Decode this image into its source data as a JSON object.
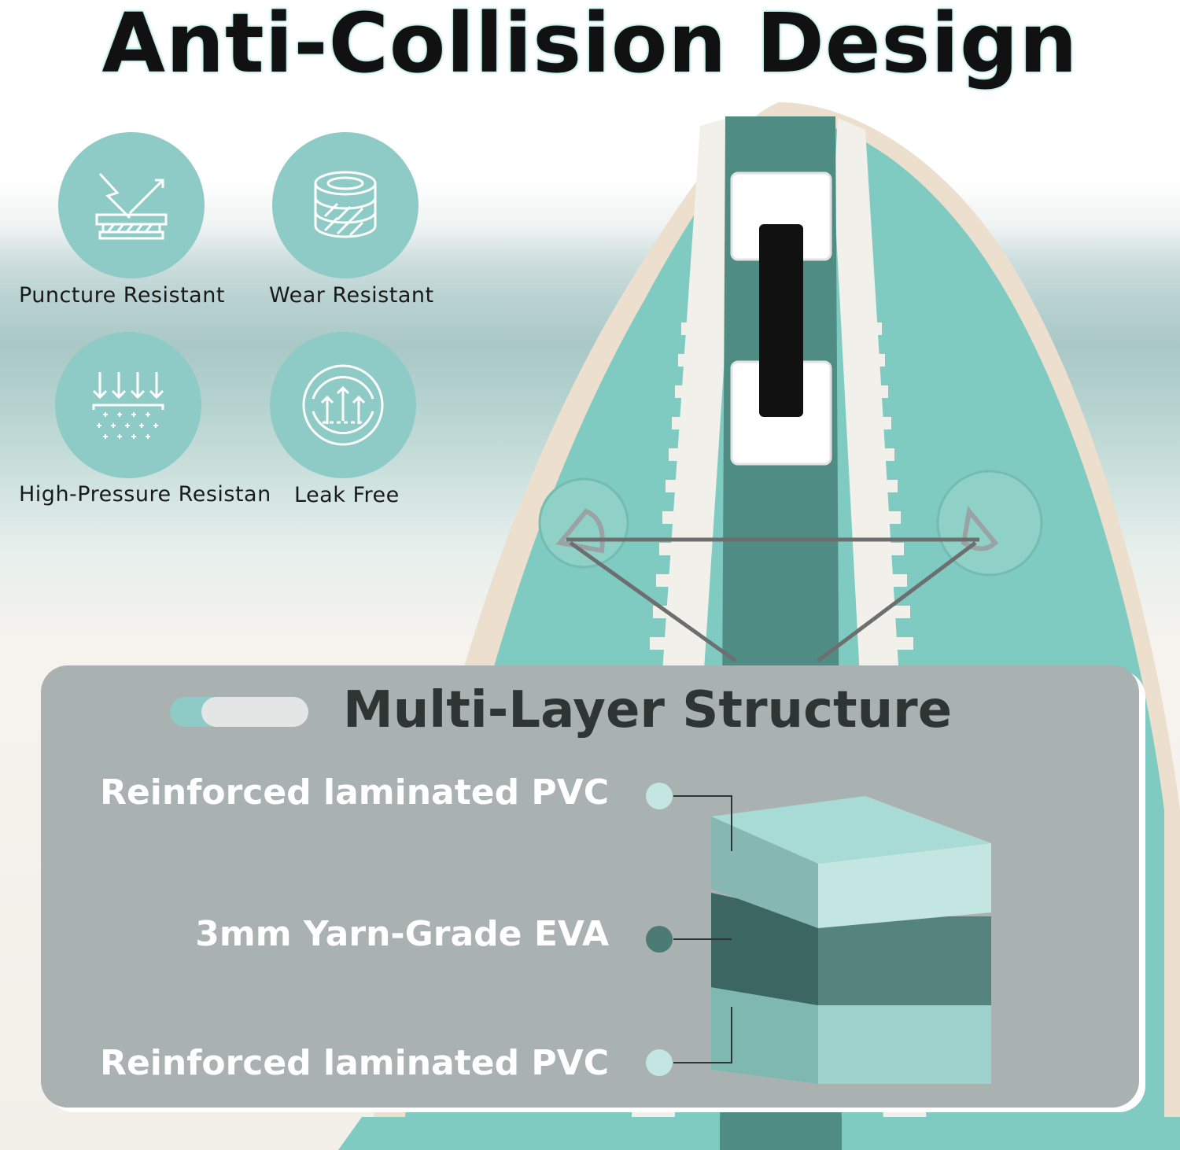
{
  "title": "Anti-Collision Design",
  "features": [
    {
      "label": "Puncture Resistant",
      "icon": "puncture-icon"
    },
    {
      "label": "Wear Resistant",
      "icon": "layers-wear-icon"
    },
    {
      "label": "High-Pressure Resistan",
      "icon": "pressure-icon"
    },
    {
      "label": "Leak Free",
      "icon": "leak-free-icon"
    }
  ],
  "structure": {
    "heading": "Multi-Layer Structure",
    "layers": [
      {
        "label": "Reinforced laminated PVC",
        "color": "#c3e6e3"
      },
      {
        "label": "3mm Yarn-Grade EVA",
        "color": "#4c7a74"
      },
      {
        "label": "Reinforced laminated PVC",
        "color": "#c3e6e3"
      }
    ]
  },
  "colors": {
    "accent": "#8fcbc6",
    "board_teal": "#7fcbc2",
    "board_stripe": "#4f8c84",
    "panel": "#a9b2b0"
  }
}
